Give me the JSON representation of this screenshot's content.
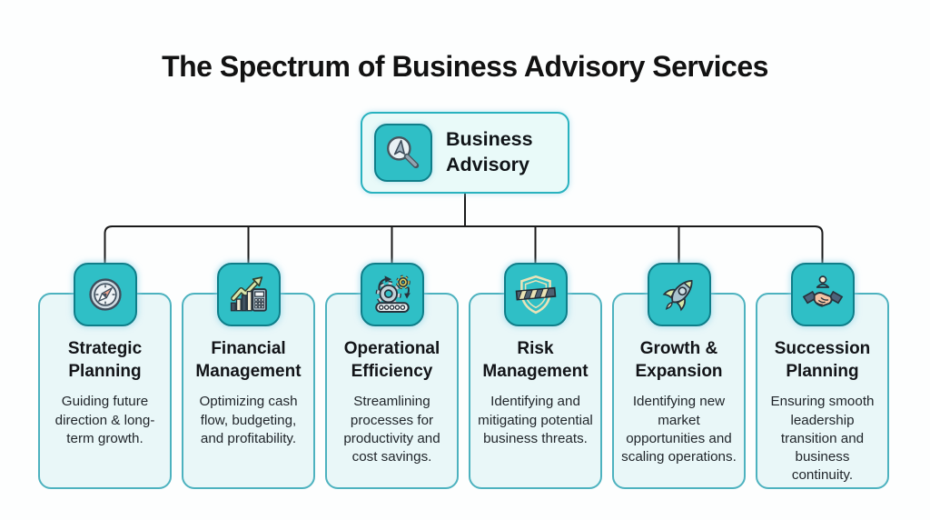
{
  "title": "The Spectrum of Business Advisory Services",
  "root": {
    "label": "Business Advisory",
    "icon": "magnifier-cursor-icon"
  },
  "cards": [
    {
      "title": "Strategic Planning",
      "description": "Guiding future direction & long-term growth.",
      "icon": "compass-icon"
    },
    {
      "title": "Financial Management",
      "description": "Optimizing cash flow, budgeting, and profitability.",
      "icon": "bar-chart-calculator-icon"
    },
    {
      "title": "Operational Efficiency",
      "description": "Streamlining processes for productivity and cost savings.",
      "icon": "gears-conveyor-icon"
    },
    {
      "title": "Risk Management",
      "description": "Identifying and mitigating potential business threats.",
      "icon": "shield-band-icon"
    },
    {
      "title": "Growth & Expansion",
      "description": "Identifying new market opportunities and scaling operations.",
      "icon": "rocket-icon"
    },
    {
      "title": "Succession Planning",
      "description": "Ensuring smooth leadership transition and business continuity.",
      "icon": "handshake-icon"
    }
  ],
  "colors": {
    "accent_teal": "#2fbfc6",
    "accent_teal_border": "#0f7e89",
    "card_background": "#e9f7f8",
    "card_border": "#4db2bf",
    "connector_line": "#1a1a1a",
    "title_text": "#121212"
  }
}
